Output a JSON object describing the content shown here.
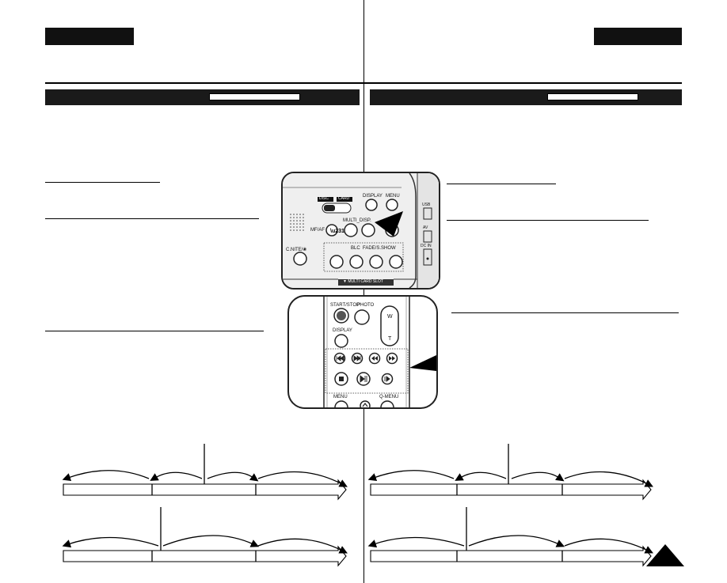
{
  "camcorder": {
    "switch_disc": "DISC",
    "switch_card": "CARD",
    "display_label": "DISPLAY",
    "menu_label": "MENU",
    "multi_disp_label": "MULTI_DISP.",
    "mf_af_label": "MF/AF",
    "c_nite_label": "C.NITE/❀",
    "blc_label": "BLC",
    "fade_slide_label": "FADE/S.SHOW",
    "usb_label": "USB",
    "av_label": "AV",
    "dc_in_label": "DC IN",
    "card_slot_label": "▼ MULTI CARD SLOT"
  },
  "remote": {
    "start_stop_label": "START/STOP",
    "photo_label": "PHOTO",
    "display_label": "DISPLAY",
    "w_label": "W",
    "t_label": "T",
    "menu_label": "MENU",
    "q_menu_label": "Q-MENU"
  },
  "colors": {
    "black": "#000000",
    "dark_bar": "#1a1a1a",
    "photo_bg": "#eeeeee",
    "speaker_dot": "#444444"
  },
  "icons": [
    "skip-back-icon",
    "stop-icon",
    "play-pause-icon",
    "skip-forward-icon",
    "rewind-icon",
    "fast-forward-icon",
    "slow-play-icon",
    "up-arrow-icon"
  ]
}
